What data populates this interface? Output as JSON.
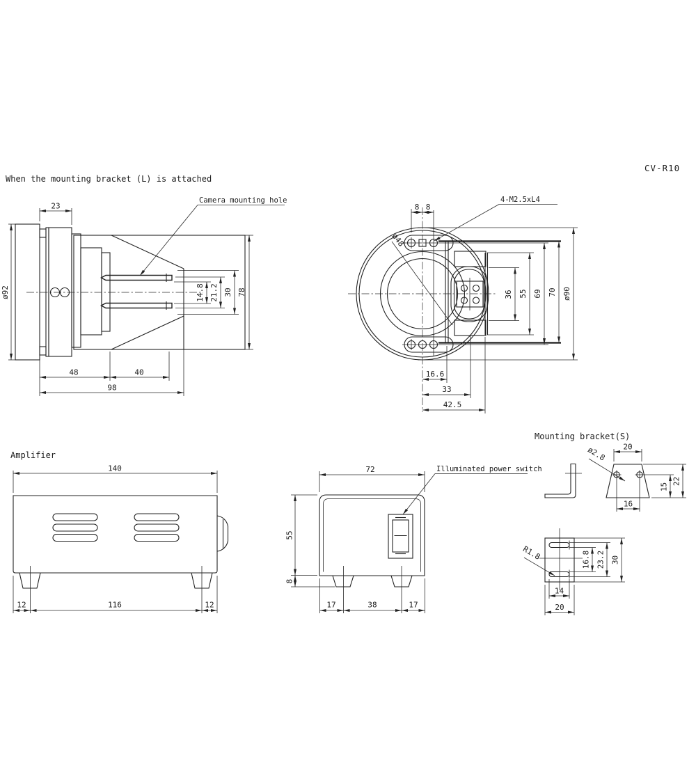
{
  "model": "CV-R10",
  "bracket_l_view": {
    "title": "When the mounting bracket (L) is attached",
    "camera_hole_label": "Camera mounting hole",
    "dim_23": "23",
    "dim_dia92": "ø92",
    "dim_14_8": "14.8",
    "dim_21_2": "21.2",
    "dim_30": "30",
    "dim_78": "78",
    "dim_48": "48",
    "dim_40": "40",
    "dim_98": "98"
  },
  "front_view": {
    "screw_label": "4-M2.5xL4",
    "dim_8_left": "8",
    "dim_8_right": "8",
    "dim_dia48": "ø48",
    "dim_36": "36",
    "dim_55": "55",
    "dim_69": "69",
    "dim_70": "70",
    "dim_dia90": "ø90",
    "dim_16_6": "16.6",
    "dim_33": "33",
    "dim_42_5": "42.5"
  },
  "amplifier_side_view": {
    "title": "Amplifier",
    "dim_140": "140",
    "dim_12_left": "12",
    "dim_116": "116",
    "dim_12_right": "12"
  },
  "amplifier_front_view": {
    "switch_label": "Illuminated power switch",
    "dim_72": "72",
    "dim_55": "55",
    "dim_8": "8",
    "dim_17_left": "17",
    "dim_38": "38",
    "dim_17_right": "17"
  },
  "bracket_s_view": {
    "title": "Mounting bracket(S)",
    "dim_20_top": "20",
    "dim_dia2_8": "ø2.8",
    "dim_15": "15",
    "dim_22": "22",
    "dim_16": "16",
    "dim_r1_8": "R1.8",
    "dim_16_8": "16.8",
    "dim_23_2": "23.2",
    "dim_30": "30",
    "dim_14": "14",
    "dim_20_bottom": "20"
  }
}
